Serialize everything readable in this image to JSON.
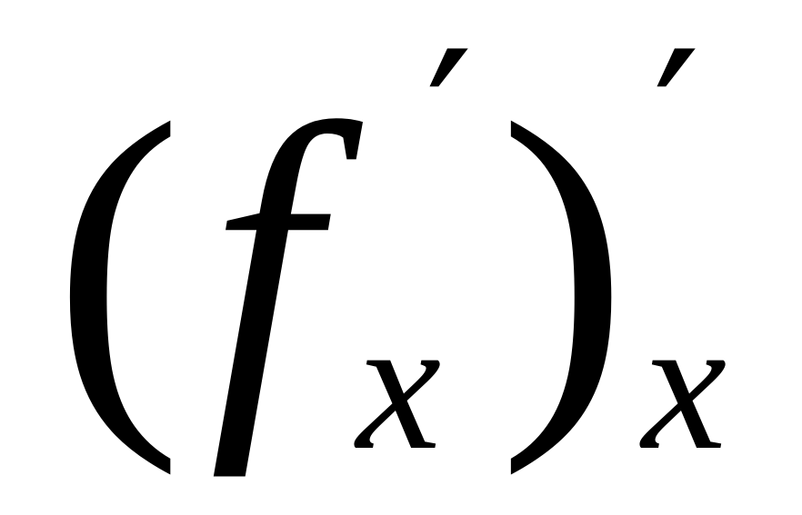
{
  "formula": {
    "open_paren": "(",
    "function_symbol": "f",
    "inner_subscript": "x",
    "inner_prime": "′",
    "close_paren": ")",
    "outer_prime": "′",
    "outer_subscript": "x"
  },
  "colors": {
    "text": "#000000",
    "background": "#ffffff"
  }
}
